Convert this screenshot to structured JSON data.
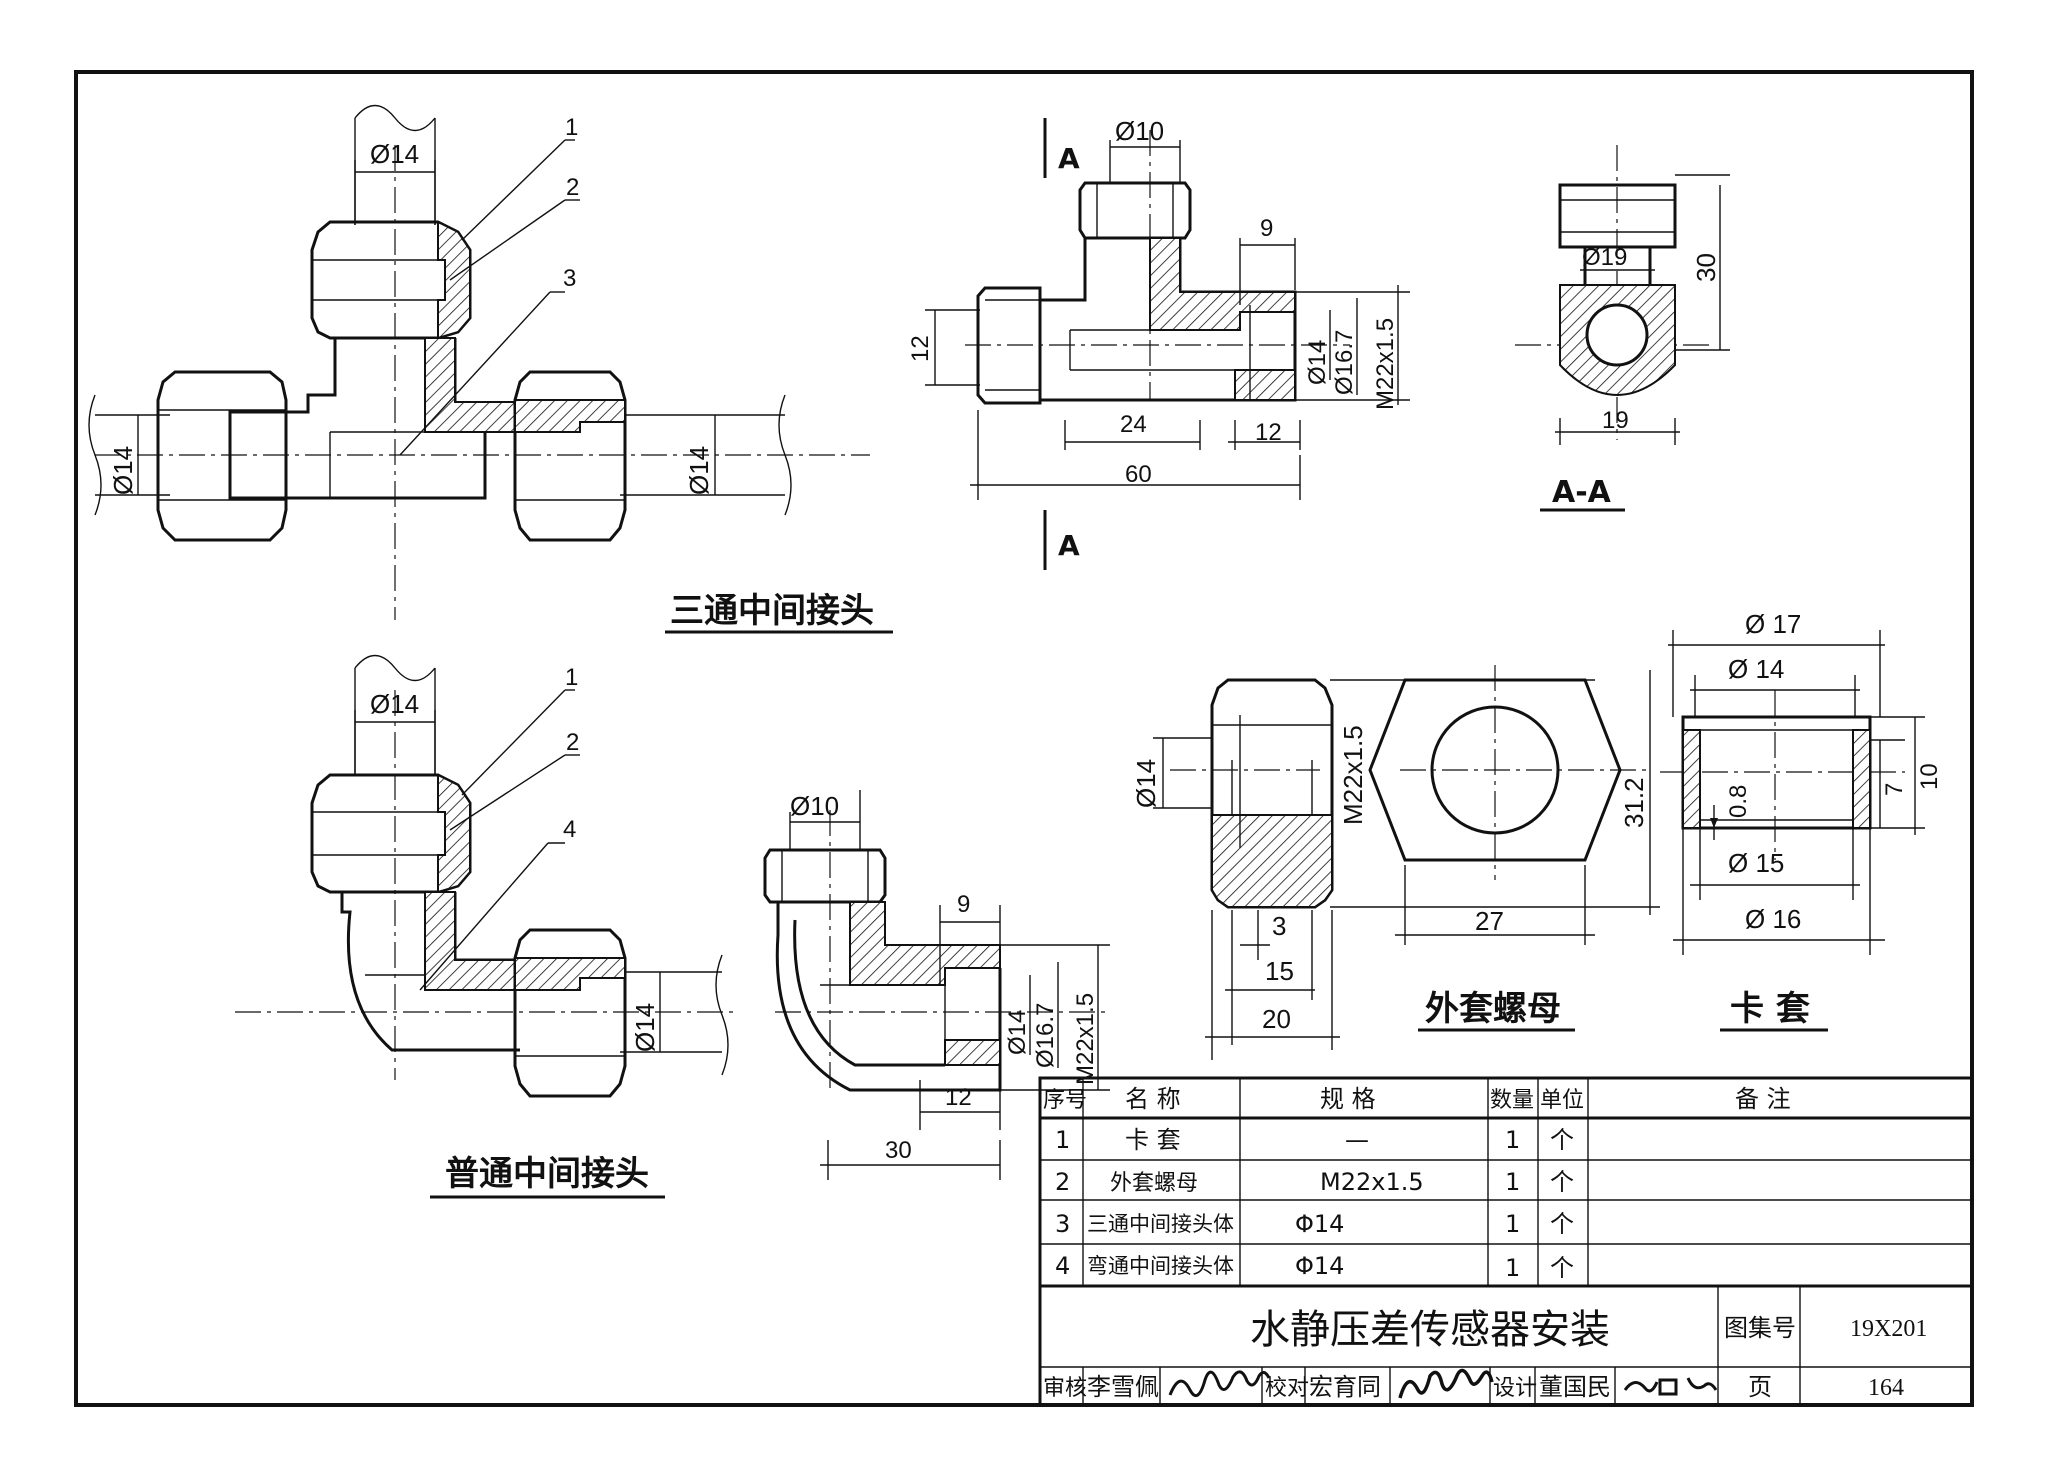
{
  "drawing": {
    "tee_view": {
      "title": "三通中间接头",
      "dim_d14_top": "Ø14",
      "dim_d14_left": "Ø14",
      "dim_d14_right": "Ø14",
      "callouts": [
        "1",
        "2",
        "3"
      ]
    },
    "elbow_view": {
      "title": "普通中间接头",
      "dim_d14_top": "Ø14",
      "dim_d14_right": "Ø14",
      "callouts": [
        "1",
        "2",
        "4"
      ]
    },
    "tee_body": {
      "section_marks": [
        "A",
        "A"
      ],
      "dim_d10": "Ø10",
      "dim_9": "9",
      "dim_12_left": "12",
      "dim_24": "24",
      "dim_12_bottom": "12",
      "dim_60": "60",
      "dim_d14": "Ø14",
      "dim_d167": "Ø16.7",
      "dim_thread": "M22x1.5"
    },
    "section_aa": {
      "title": "A-A",
      "dim_d19": "Ø19",
      "dim_30": "30",
      "dim_19": "19"
    },
    "elbow_body": {
      "dim_d10": "Ø10",
      "dim_9": "9",
      "dim_12": "12",
      "dim_30": "30",
      "dim_d14": "Ø14",
      "dim_d167": "Ø16.7",
      "dim_thread": "M22x1.5"
    },
    "nut": {
      "title": "外套螺母",
      "dim_d14": "Ø14",
      "dim_thread": "M22x1.5",
      "dim_312": "31.2",
      "dim_27": "27",
      "dim_3": "3",
      "dim_15": "15",
      "dim_20": "20"
    },
    "ferrule": {
      "title": "卡 套",
      "dim_d17": "Ø 17",
      "dim_d14": "Ø 14",
      "dim_d15": "Ø 15",
      "dim_d16": "Ø 16",
      "dim_08": "0.8",
      "dim_7": "7",
      "dim_10": "10"
    }
  },
  "parts_table": {
    "headers": [
      "序号",
      "名  称",
      "规  格",
      "数量",
      "单位",
      "备  注"
    ],
    "rows": [
      [
        "1",
        "卡  套",
        "—",
        "1",
        "个",
        ""
      ],
      [
        "2",
        "外套螺母",
        "M22x1.5",
        "1",
        "个",
        ""
      ],
      [
        "3",
        "三通中间接头体",
        "Φ14",
        "1",
        "个",
        ""
      ],
      [
        "4",
        "弯通中间接头体",
        "Φ14",
        "1",
        "个",
        ""
      ]
    ]
  },
  "title_block": {
    "title": "水静压差传感器安装",
    "atlas_label": "图集号",
    "atlas_no": "19X201",
    "page_label": "页",
    "page_no": "164",
    "review_label": "审核",
    "reviewer": "李雪佩",
    "reviewer_signature": "李雪佩",
    "check_label": "校对",
    "checker": "宏育同",
    "checker_signature": "宏育同",
    "design_label": "设计",
    "designer": "董国民",
    "designer_signature": "董国民"
  }
}
